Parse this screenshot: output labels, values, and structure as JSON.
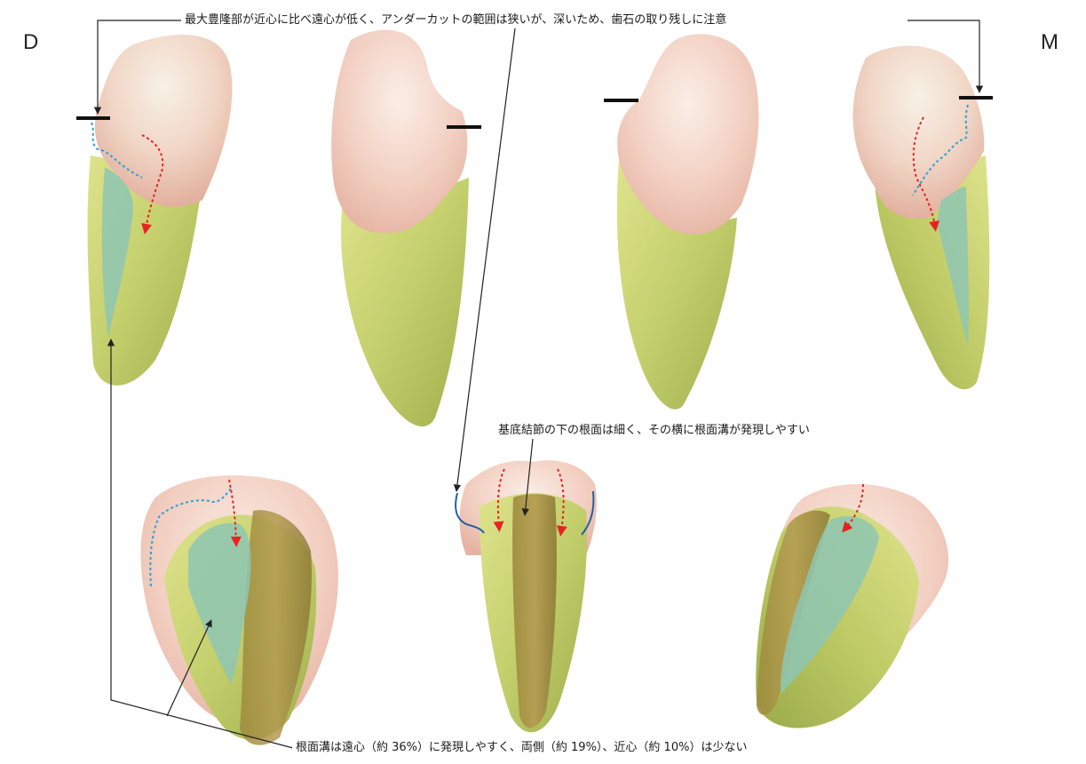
{
  "labels": {
    "distal": "D",
    "mesial": "M"
  },
  "captions": {
    "top": "最大豊隆部が近心に比べ遠心が低く、アンダーカットの範囲は狭いが、深いため、歯石の取り残しに注意",
    "middle": "基底結節の下の根面は細く、その横に根面溝が発現しやすい",
    "bottom": "根面溝は遠心（約 36%）に発現しやすく、両側（約 19%）、近心（約 10%）は少ない"
  },
  "colors": {
    "crown": "#f2cfc1",
    "root": "#c3cf6c",
    "groove": "#8ec5b3",
    "root_shadow": "#a7903f",
    "red_arrow": "#e52421",
    "blue_line": "#2d9fd6",
    "blue_solid": "#1f5fa8",
    "leader": "#222222"
  }
}
